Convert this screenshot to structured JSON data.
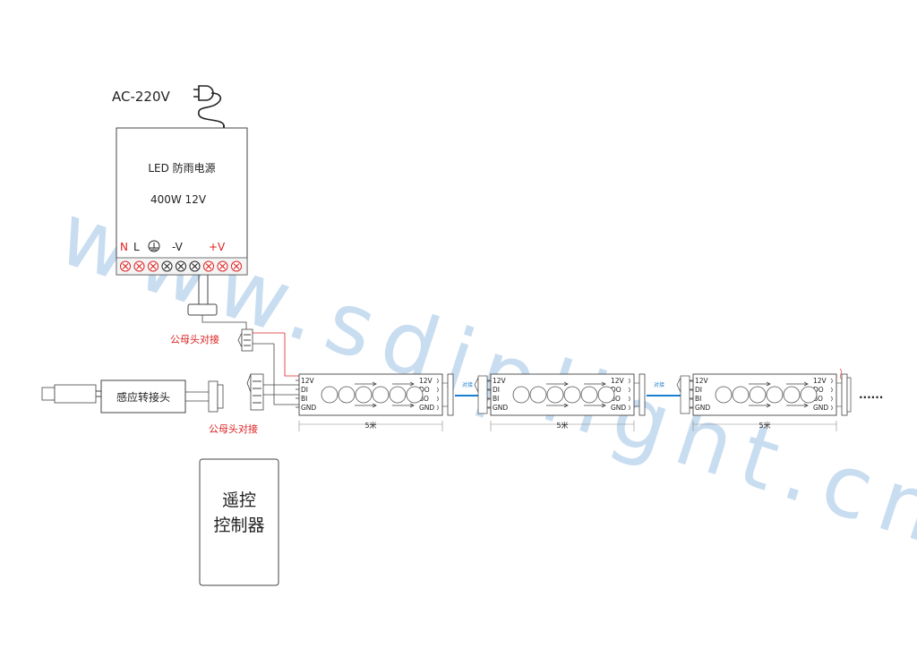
{
  "mains": {
    "label": "AC-220V"
  },
  "power_supply": {
    "title": "LED 防雨电源",
    "spec": "400W  12V",
    "terminals": {
      "n": "N",
      "l": "L",
      "neg": "-V",
      "pos": "+V"
    }
  },
  "connectors": {
    "top_label": "公母头对接",
    "bottom_label": "公母头对接"
  },
  "adapter": {
    "label": "感应转接头"
  },
  "remote": {
    "line1": "遥控",
    "line2": "控制器"
  },
  "strip": {
    "in_pins": [
      "12V",
      "DI",
      "BI",
      "GND"
    ],
    "out_pins": [
      "12V",
      "DO",
      "BO",
      "GND"
    ],
    "length_label": "5米",
    "joint_label": "对接"
  },
  "continuation": "......",
  "watermark": "www.sdiplight.cn",
  "colors": {
    "line": "#333333",
    "red": "#dd2222",
    "blue": "#1a7fd0",
    "watermark": "#9ec3e6"
  }
}
